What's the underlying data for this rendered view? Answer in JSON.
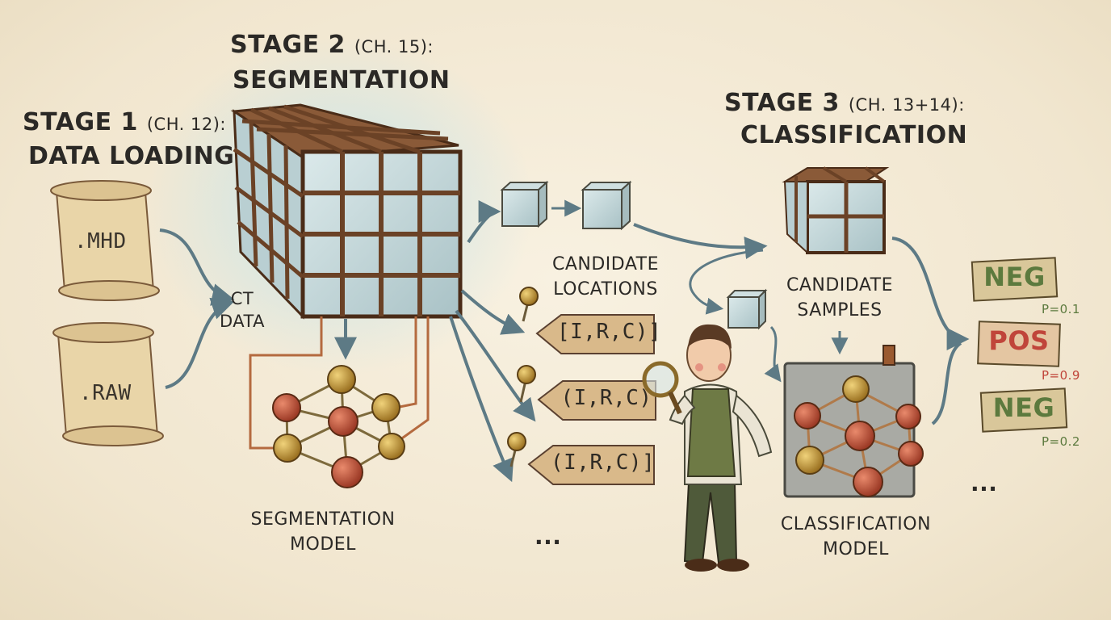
{
  "stage1": {
    "title": "STAGE 1",
    "chapter": "(CH. 12):",
    "subtitle": "DATA LOADING"
  },
  "stage2": {
    "title": "STAGE 2",
    "chapter": "(CH. 15):",
    "subtitle": "SEGMENTATION"
  },
  "stage3": {
    "title": "STAGE 3",
    "chapter": "(CH. 13+14):",
    "subtitle": "CLASSIFICATION"
  },
  "files": [
    ".MHD",
    ".RAW"
  ],
  "ct_label": "CT\nDATA",
  "segmentation_model_label": "SEGMENTATION\nMODEL",
  "candidate_locations_label": "CANDIDATE\nLOCATIONS",
  "location_tags": [
    "[I,R,C)]",
    "(I,R,C)",
    "(I,R,C)]"
  ],
  "location_ellipsis": "...",
  "candidate_samples_label": "CANDIDATE\nSAMPLES",
  "classification_model_label": "CLASSIFICATION\nMODEL",
  "results": [
    {
      "label": "NEG",
      "prob": "P=0.1",
      "color": "#5c7a3e"
    },
    {
      "label": "POS",
      "prob": "P=0.9",
      "color": "#c0453a"
    },
    {
      "label": "NEG",
      "prob": "P=0.2",
      "color": "#5c7a3e"
    }
  ],
  "results_ellipsis": "...",
  "colors": {
    "background": "#f3ead6",
    "arrow": "#5d7a85",
    "wood": "#6b4226",
    "glass": "#bfd6da",
    "node_gold": "#c79a35",
    "node_red": "#c5573f"
  }
}
